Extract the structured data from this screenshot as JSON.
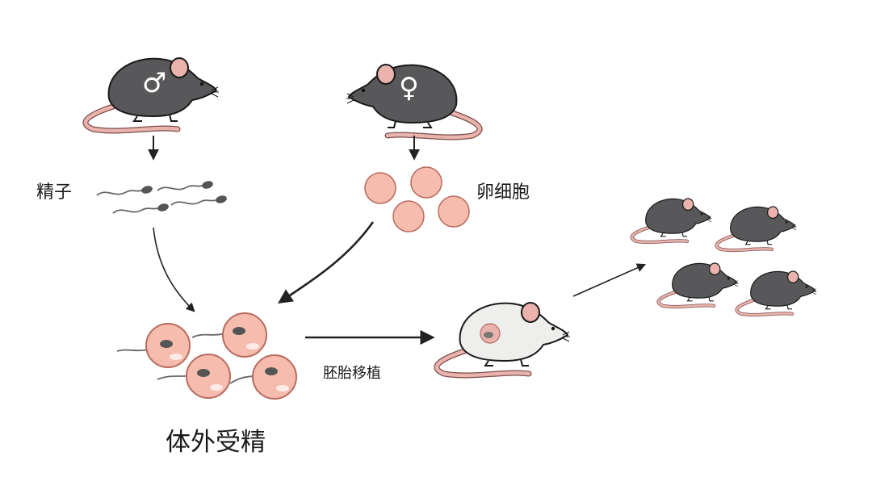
{
  "labels": {
    "sperm": "精子",
    "egg": "卵细胞",
    "embryo_transfer": "胚胎移植",
    "ivf": "体外受精"
  },
  "symbols": {
    "male": "♂",
    "female": "♀"
  },
  "colors": {
    "mouse_black": "#58585a",
    "mouse_white": "#eeeeec",
    "pink": "#eab3ad",
    "egg_fill": "#f6bcae",
    "egg_stroke": "#b86b5e",
    "arrow": "#222222"
  }
}
